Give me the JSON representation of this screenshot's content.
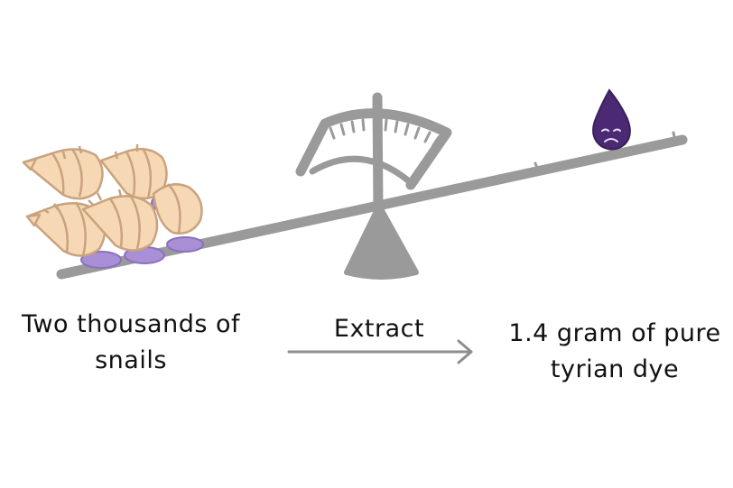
{
  "left_label": {
    "line1": "Two thousands of",
    "line2": "snails"
  },
  "arrow_label": "Extract",
  "right_label": {
    "line1": "1.4 gram of pure",
    "line2": "tyrian dye"
  },
  "colors": {
    "scale_gray": "#9a9a9a",
    "shell_fill": "#f6d9b4",
    "shell_stroke": "#c9a27e",
    "snail_body": "#a98fd6",
    "dye_drop": "#4b2a73",
    "text": "#111111"
  },
  "icons": {
    "scale": "balance-scale-icon",
    "snails": "snail-pile-icon",
    "drop": "sad-dye-drop-icon",
    "arrow": "right-arrow-icon"
  }
}
